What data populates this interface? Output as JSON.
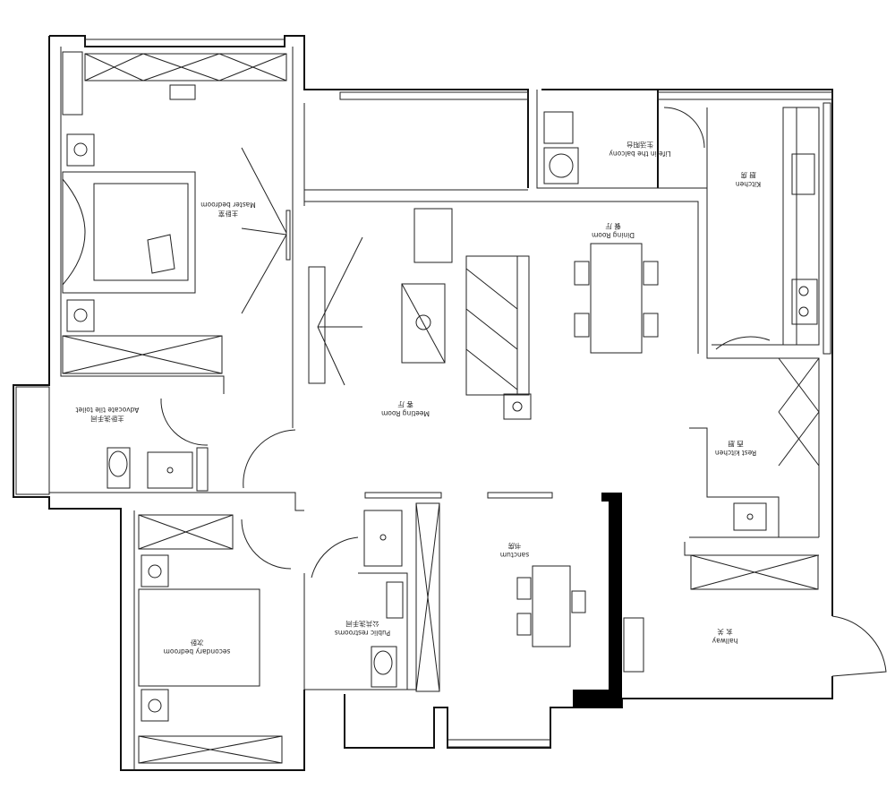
{
  "rooms": {
    "master_bedroom": {
      "zh": "主卧室",
      "en": "Master bedroom"
    },
    "toilet": {
      "zh": "主卧洗手间",
      "en": "Advocate tile toilet"
    },
    "balcony": {
      "zh": "生活阳台",
      "en": "Life in the balcony"
    },
    "kitchen": {
      "zh": "厨 房",
      "en": "Kitchen"
    },
    "dining": {
      "zh": "餐 厅",
      "en": "Dining Room"
    },
    "meeting": {
      "zh": "客 厅",
      "en": "Meeting Room"
    },
    "rest_kitchen": {
      "zh": "西 厨",
      "en": "Rest kitchen"
    },
    "sanctum": {
      "zh": "书房",
      "en": "sanctum"
    },
    "restroom": {
      "zh": "公共洗手间",
      "en": "Public restrooms"
    },
    "secondary": {
      "zh": "次卧",
      "en": "secondary bedroom"
    },
    "hallway": {
      "zh": "玄 关",
      "en": "hallway"
    }
  }
}
